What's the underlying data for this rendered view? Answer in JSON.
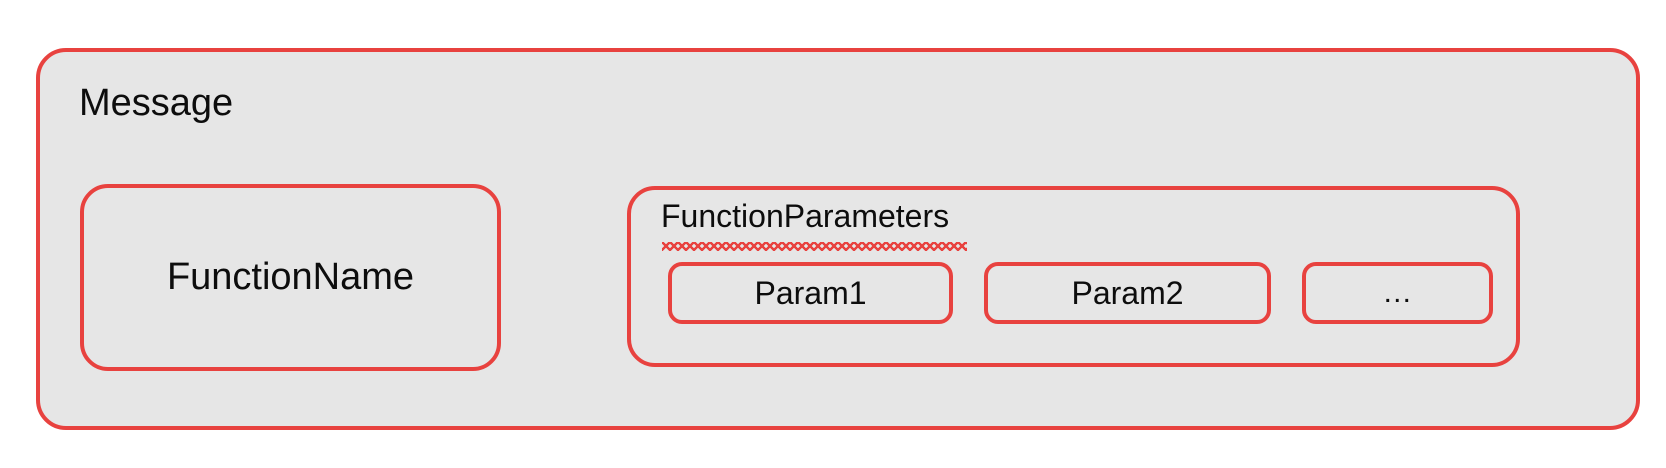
{
  "diagram": {
    "type": "nested-box-diagram",
    "background_color": "#ffffff",
    "accent_color": "#e8423f",
    "box_fill_color": "#e6e6e6",
    "text_color": "#0d0d0d",
    "message": {
      "title": "Message",
      "function_name": {
        "label": "FunctionName"
      },
      "function_parameters": {
        "title": "FunctionParameters",
        "spellcheck_underline": true,
        "params": [
          {
            "label": "Param1"
          },
          {
            "label": "Param2"
          },
          {
            "label": "…"
          }
        ]
      }
    }
  }
}
